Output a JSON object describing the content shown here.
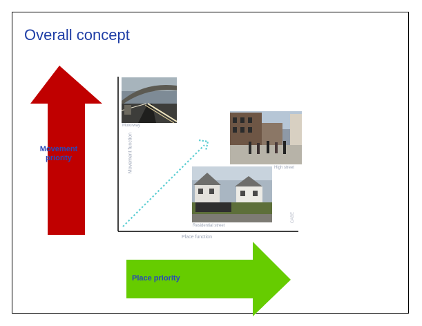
{
  "slide": {
    "title": "Overall concept"
  },
  "arrows": {
    "movement_label": "Movement priority",
    "place_label": "Place priority",
    "movement_color": "#c00000",
    "place_color": "#66cc00"
  },
  "diagram": {
    "x_axis_label": "Place function",
    "y_axis_label": "Movement function",
    "photo_labels": {
      "motorway": "Motorway",
      "high_street": "High street",
      "residential_street": "Residential street"
    },
    "credit": "CABE"
  }
}
